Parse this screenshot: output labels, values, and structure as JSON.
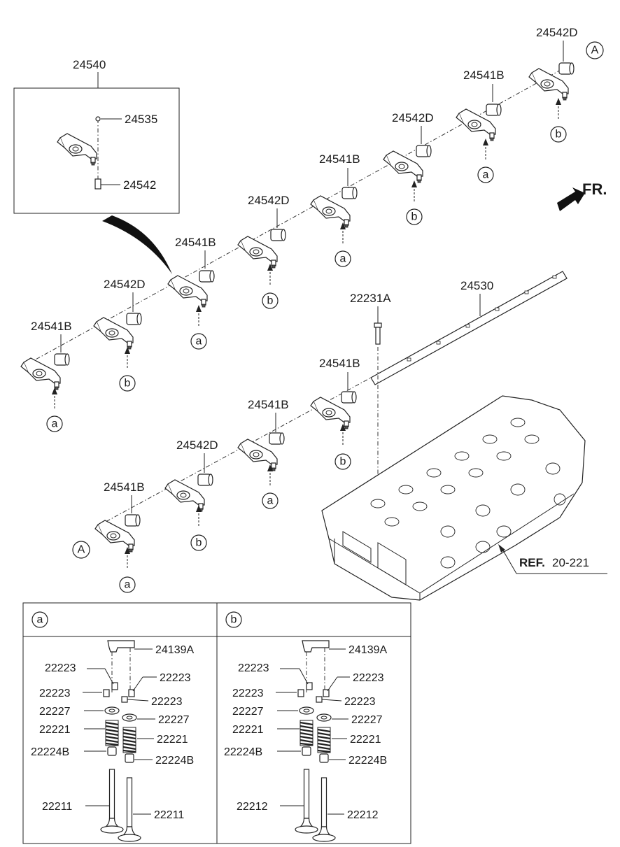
{
  "top_labels": {
    "assembly": "24540",
    "pin": "24535",
    "screw": "24542",
    "arm_b": "24541B",
    "spacer_d": "24542D",
    "shaft": "24530",
    "bolt": "22231A",
    "fr": "FR.",
    "ref_bold": "REF.",
    "ref_num": "20-221"
  },
  "markers": {
    "a": "a",
    "b": "b",
    "A": "A"
  },
  "panel_a": {
    "header": "a",
    "labels": {
      "bridge": "24139A",
      "keeper": "22223",
      "retainer": "22227",
      "spring": "22221",
      "seal": "22224B",
      "valve": "22211"
    }
  },
  "panel_b": {
    "header": "b",
    "labels": {
      "bridge": "24139A",
      "keeper": "22223",
      "retainer": "22227",
      "spring": "22221",
      "seal": "22224B",
      "valve": "22212"
    }
  }
}
